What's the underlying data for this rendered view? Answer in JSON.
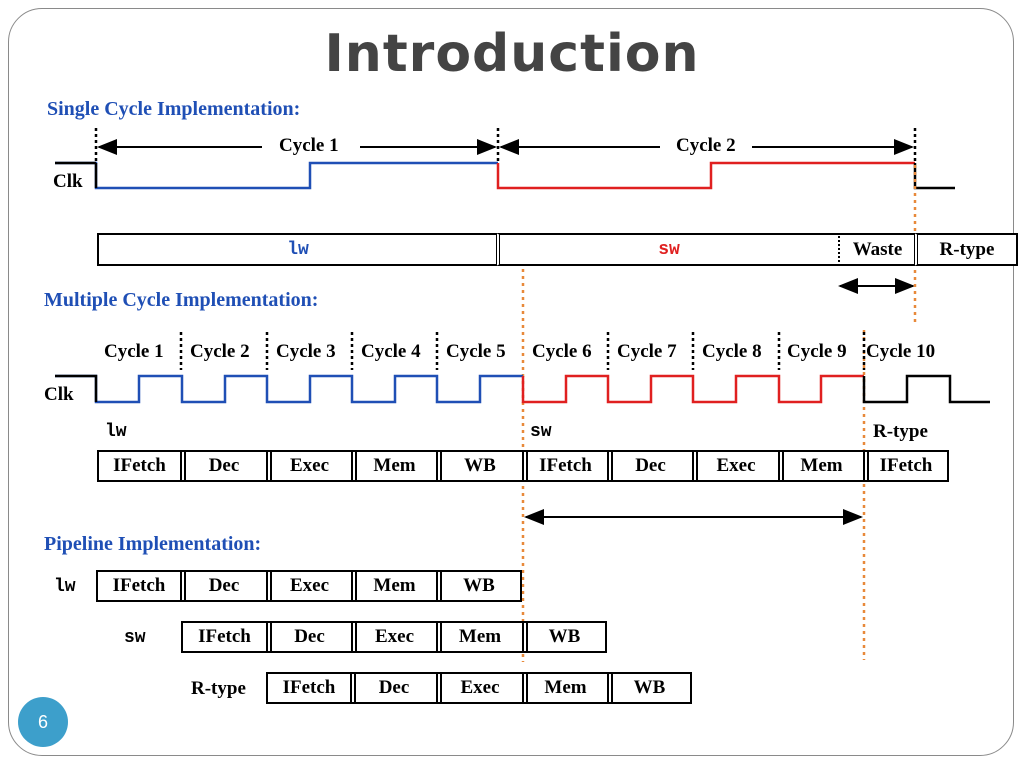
{
  "slide": {
    "title": "Introduction",
    "page_number": "6"
  },
  "single_cycle": {
    "heading": "Single Cycle Implementation:",
    "cycle1": "Cycle 1",
    "cycle2": "Cycle 2",
    "clk": "Clk",
    "instr_lw": "lw",
    "instr_sw": "sw",
    "waste": "Waste",
    "rtype": "R-type"
  },
  "multi_cycle": {
    "heading": "Multiple Cycle Implementation:",
    "clk": "Clk",
    "cycles": [
      "Cycle 1",
      "Cycle 2",
      "Cycle 3",
      "Cycle 4",
      "Cycle 5",
      "Cycle 6",
      "Cycle 7",
      "Cycle 8",
      "Cycle 9",
      "Cycle 10"
    ],
    "instr_lw": "lw",
    "instr_sw": "sw",
    "instr_rtype": "R-type",
    "stages": [
      "IFetch",
      "Dec",
      "Exec",
      "Mem",
      "WB",
      "IFetch",
      "Dec",
      "Exec",
      "Mem",
      "IFetch"
    ]
  },
  "pipeline": {
    "heading": "Pipeline Implementation:",
    "rows": [
      {
        "instr": "lw",
        "stages": [
          "IFetch",
          "Dec",
          "Exec",
          "Mem",
          "WB"
        ]
      },
      {
        "instr": "sw",
        "stages": [
          "IFetch",
          "Dec",
          "Exec",
          "Mem",
          "WB"
        ]
      },
      {
        "instr": "R-type",
        "stages": [
          "IFetch",
          "Dec",
          "Exec",
          "Mem",
          "WB"
        ]
      }
    ]
  },
  "colors": {
    "blue": "#1f4fb5",
    "red": "#e02020",
    "orange": "#e8893a",
    "heading_blue": "#1f4fb5",
    "badge": "#3d9fcb"
  }
}
